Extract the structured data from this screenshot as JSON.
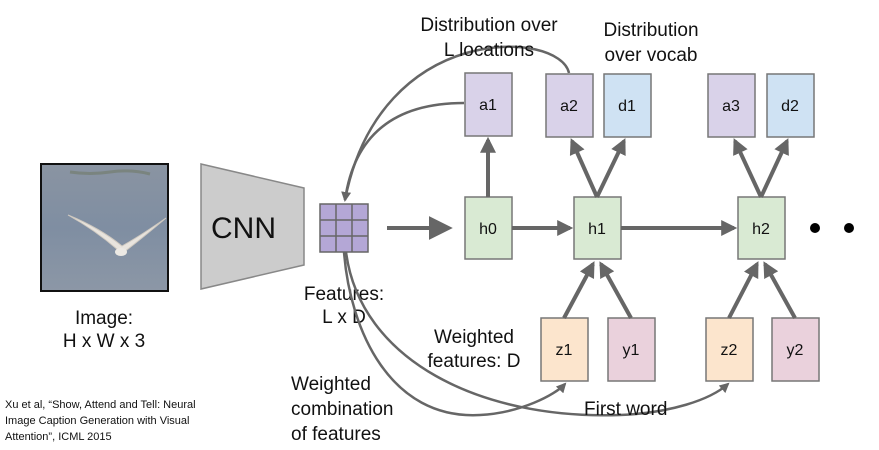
{
  "labels": {
    "cnn": "CNN",
    "image_line1": "Image:",
    "image_line2": "H x W x 3",
    "features_line1": "Features:",
    "features_line2": "L x D",
    "dist_loc_line1": "Distribution over",
    "dist_loc_line2": "L locations",
    "dist_vocab_line1": "Distribution",
    "dist_vocab_line2": "over vocab",
    "weighted_feat_line1": "Weighted",
    "weighted_feat_line2": "features: D",
    "weighted_comb_line1": "Weighted",
    "weighted_comb_line2": "combination",
    "weighted_comb_line3": "of features",
    "first_word": "First word",
    "citation_line1": "Xu et al, “Show, Attend and Tell: Neural",
    "citation_line2": "Image Caption Generation with Visual",
    "citation_line3": "Attention”, ICML 2015"
  },
  "nodes": {
    "a1": "a1",
    "a2": "a2",
    "d1": "d1",
    "a3": "a3",
    "d2": "d2",
    "h0": "h0",
    "h1": "h1",
    "h2": "h2",
    "z1": "z1",
    "y1": "y1",
    "z2": "z2",
    "y2": "y2"
  },
  "colors": {
    "attention": "#d9d2e9",
    "vocab": "#cfe2f3",
    "hidden": "#d9ead3",
    "weighted": "#fce5cd",
    "word": "#ead1dc",
    "grid": "#b4a7d6",
    "cnn": "#cccccc",
    "arrow": "#666666"
  }
}
